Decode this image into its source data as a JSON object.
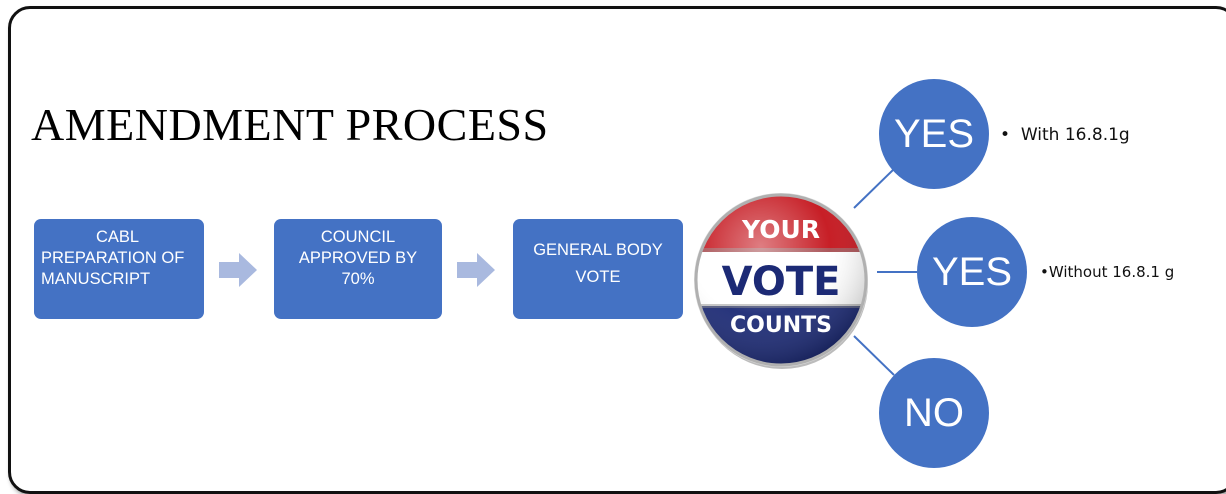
{
  "title": "AMENDMENT PROCESS",
  "steps": [
    {
      "lines": [
        "CABL",
        "PREPARATION OF",
        "MANUSCRIPT"
      ]
    },
    {
      "lines": [
        "COUNCIL",
        "APPROVED BY",
        "70%"
      ]
    },
    {
      "lines": [
        "GENERAL BODY",
        "VOTE"
      ]
    }
  ],
  "badge": {
    "top": "YOUR",
    "middle": "VOTE",
    "bottom": "COUNTS"
  },
  "outcomes": [
    {
      "label": "YES",
      "note": "With 16.8.1g"
    },
    {
      "label": "YES",
      "note": "Without 16.8.1 g"
    },
    {
      "label": "NO"
    }
  ],
  "colors": {
    "box": "#4472c4",
    "arrow": "#a9b9df",
    "badge_red": "#c4131b",
    "badge_blue": "#1c2a75"
  },
  "icons": [
    "right-arrow-icon",
    "vote-badge-icon"
  ]
}
